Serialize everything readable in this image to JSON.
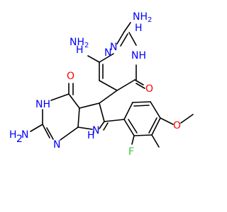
{
  "colors": {
    "bond": "#000000",
    "nitrogen": "#0000ff",
    "oxygen": "#ff0000",
    "fluorine": "#33cc33",
    "background": "#ffffff"
  },
  "atoms": {
    "nh2_top_n": "NH",
    "nh2_top_sub": "2",
    "nh2_top_h": "H",
    "n_top_ring_upper": "N",
    "nh_top_ring": "NH",
    "nh2_mid_n": "NH",
    "nh2_mid_sub": "2",
    "nh2_mid_h": "H",
    "n_top_ring_lower": "N",
    "o_top_carbonyl": "O",
    "o_left_carbonyl": "O",
    "nh_left_ring": "NH",
    "nh2_bottom_h": "H",
    "nh2_bottom_sub": "2",
    "nh2_bottom_n": "N",
    "n_left_ring_lower": "N",
    "n_pyrrole": "N",
    "h_pyrrole": "H",
    "fluorine": "F",
    "o_methoxy": "O"
  }
}
